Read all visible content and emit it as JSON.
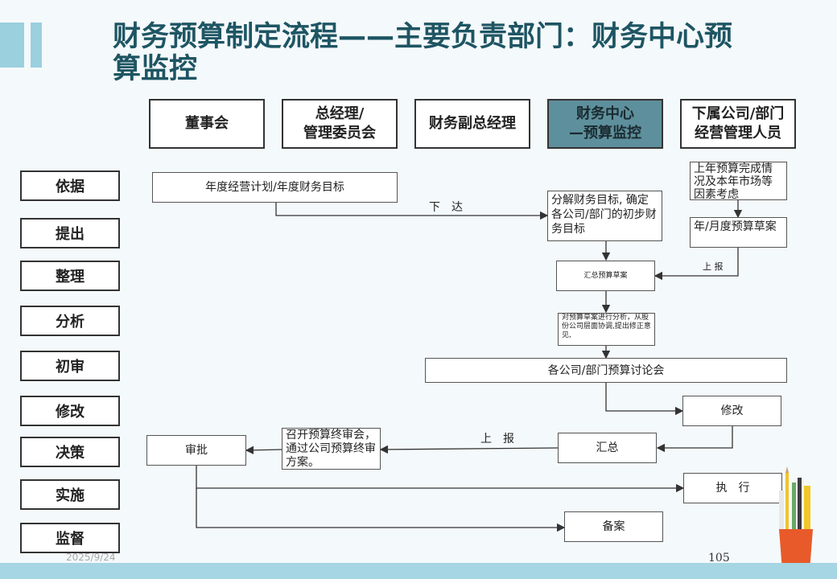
{
  "title": "财务预算制定流程——主要负责部门：财务中心预算监控",
  "headers": [
    "董事会",
    "总经理/\n管理委员会",
    "财务副总经理",
    "财务中心\n—预算监控",
    "下属公司/部门\n经营管理人员"
  ],
  "stages": [
    "依据",
    "提出",
    "整理",
    "分析",
    "初审",
    "修改",
    "决策",
    "实施",
    "监督"
  ],
  "boxes": {
    "annual_plan": "年度经营计划/年度财务目标",
    "decompose": "分解财务目标, 确定各公司/部门的初步财务目标",
    "last_year": "上年预算完成情况及本年市场等因素考虑",
    "draft": "年/月度预算草案",
    "summary_draft": "汇总预算草案",
    "analysis": "对预算草案进行分析，从股份公司层面协调,提出修正意见,",
    "discussion": "各公司/部门预算讨论会",
    "revise": "修改",
    "aggregate": "汇总",
    "final_meeting": "召开预算终审会，通过公司预算终审方案。",
    "approve": "审批",
    "execute": "执　行",
    "filing": "备案"
  },
  "labels": {
    "issue": "下　达",
    "report_up_small": "上 报",
    "report_up": "上　报"
  },
  "footer": {
    "date": "2025/9/24",
    "page": "105"
  }
}
